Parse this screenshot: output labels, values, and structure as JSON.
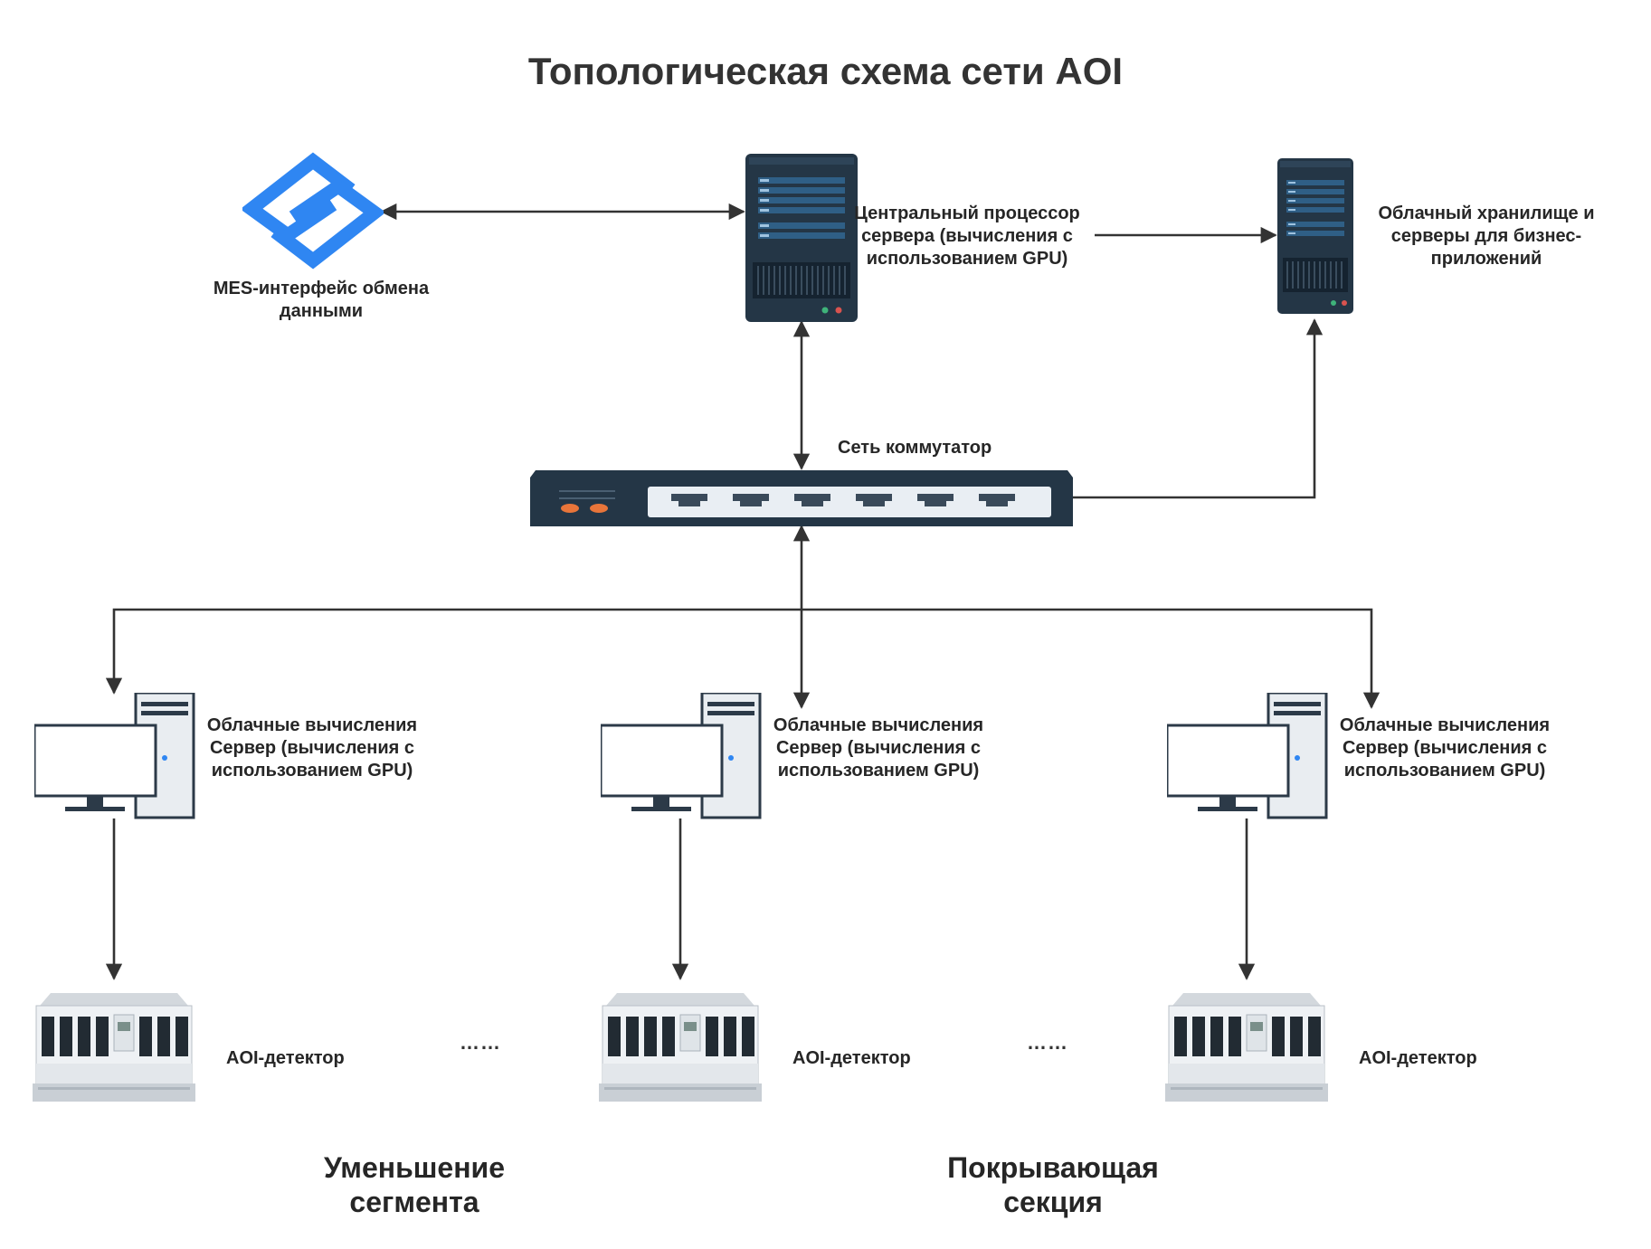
{
  "title": "Топологическая схема сети AOI",
  "nodes": {
    "mes": {
      "label": "MES-интерфейс обмена данными",
      "icon": "mes-logo-icon"
    },
    "central_server": {
      "label": "Центральный процессор сервера (вычисления с использованием GPU)",
      "icon": "rack-server-icon"
    },
    "cloud_storage": {
      "label": "Облачный хранилище и серверы для бизнес-приложений",
      "icon": "rack-server-icon"
    },
    "switch": {
      "label": "Сеть коммутатор",
      "icon": "network-switch-icon"
    }
  },
  "workstations": [
    {
      "label": "Облачные вычисления Сервер (вычисления с использованием GPU)",
      "icon": "desktop-computer-icon"
    },
    {
      "label": "Облачные вычисления Сервер (вычисления с использованием GPU)",
      "icon": "desktop-computer-icon"
    },
    {
      "label": "Облачные вычисления Сервер (вычисления с использованием GPU)",
      "icon": "desktop-computer-icon"
    }
  ],
  "detectors": [
    {
      "label": "AOI-детектор",
      "icon": "aoi-machine-icon"
    },
    {
      "label": "AOI-детектор",
      "icon": "aoi-machine-icon"
    },
    {
      "label": "AOI-детектор",
      "icon": "aoi-machine-icon"
    }
  ],
  "ellipses": [
    "……",
    "……"
  ],
  "sections": [
    "Уменьшение сегмента",
    "Покрывающая секция"
  ],
  "colors": {
    "mes_blue": "#2f86f2",
    "server_dark": "#243646",
    "server_panel": "#2f5f86",
    "switch_port_orange": "#e8753a",
    "line": "#333333"
  }
}
